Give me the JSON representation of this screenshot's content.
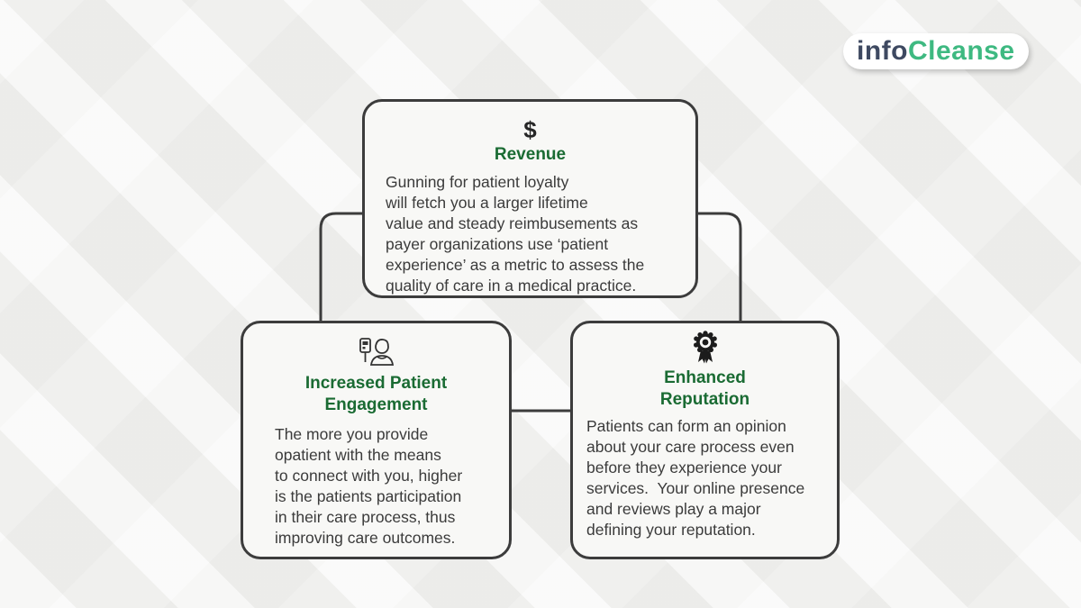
{
  "logo": {
    "part_dark": "info",
    "part_green": "Cleanse",
    "dark_color": "#3e4961",
    "green_color": "#3eb981"
  },
  "colors": {
    "heading_green": "#1a6b33",
    "body_text": "#3b3b3b",
    "card_border": "#3c3c3c",
    "card_bg": "#f8f8f6",
    "page_bg": "#f2f2f1"
  },
  "cards": [
    {
      "id": "revenue",
      "icon": "dollar-icon",
      "icon_glyph": "$",
      "title": "Revenue",
      "body": "Gunning for patient loyalty\nwill fetch you a larger lifetime\nvalue and steady reimbusements as\npayer organizations use ‘patient\nexperience’ as a metric to assess the\nquality of care in a medical practice."
    },
    {
      "id": "engagement",
      "icon": "patient-engagement-icon",
      "title": "Increased Patient\nEngagement",
      "body": "The more you provide\nopatient with the means\nto connect with you, higher\nis the patients participation\nin their care process, thus\nimproving care outcomes."
    },
    {
      "id": "reputation",
      "icon": "award-ribbon-icon",
      "title": "Enhanced\nReputation",
      "body": "Patients can form an opinion\nabout your care process even\nbefore they experience your\nservices.  Your online presence\nand reviews play a major\ndefining your reputation."
    }
  ]
}
